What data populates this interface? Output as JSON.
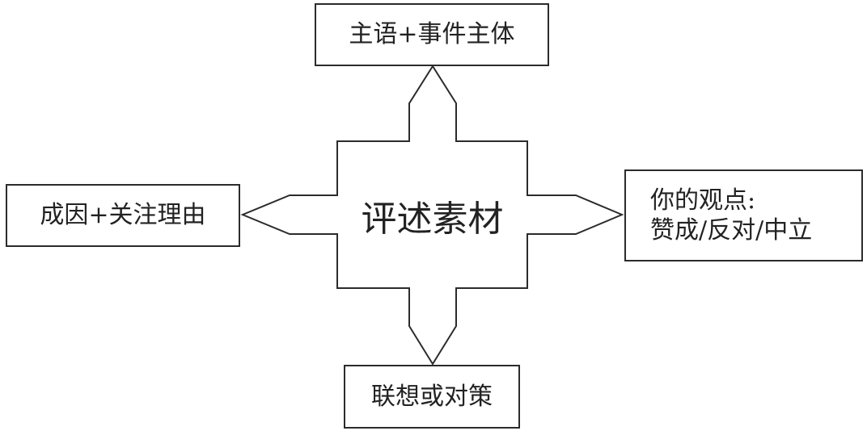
{
  "diagram": {
    "center": "评述素材",
    "top": "主语+事件主体",
    "left": "成因+关注理由",
    "right": {
      "line1": "你的观点:",
      "line2": "赞成/反对/中立"
    },
    "bottom": "联想或对策"
  },
  "colors": {
    "stroke": "#2b2b2b",
    "text": "#222222",
    "background": "#ffffff"
  }
}
